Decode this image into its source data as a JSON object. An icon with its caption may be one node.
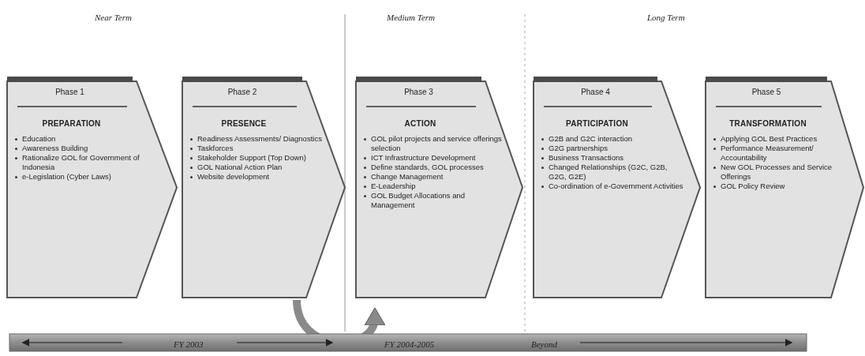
{
  "diagram": {
    "nodes": [
      {
        "text": [
          "Phase 1",
          "PREPARATION",
          "Education",
          "Awareness Building",
          "Rationalize GOL for Government of Indonesia",
          "e-Legislation (Cyber Laws)"
        ]
      },
      {
        "text": [
          "Phase 2",
          "PRESENCE",
          "Readiness Assessments/ Diagnostics",
          "Taskforces",
          "Stakeholder Support (Top Down)",
          "GOL National Action Plan",
          "Website development"
        ]
      },
      {
        "text": [
          "Phase 3",
          "ACTION",
          "GOL pilot projects and service offerings selection",
          "ICT Infrastructure Development",
          "Define standards, GOL processes",
          "Change Management",
          "E-Leadership",
          "GOL Budget Allocations and Management"
        ]
      },
      {
        "text": [
          "Phase 4",
          "PARTICIPATION",
          "G2B and G2C interaction",
          "G2G partnerships",
          "Business Transactions",
          "Changed Relationships (G2C, G2B, G2G, G2E)",
          "Co-ordination of e-Government Activities"
        ]
      },
      {
        "text": [
          "Phase 5",
          "TRANSFORMATION",
          "Applying GOL Best Practices",
          "Performance Measurement/ Accountability",
          "New GOL Processes and Service Offerings",
          "GOL Policy Review"
        ]
      }
    ],
    "edges": [
      {
        "from": 1,
        "to": 2,
        "arrow": "to"
      }
    ],
    "labels": [
      "Near Term",
      "Medium Term",
      "Long Term",
      "FY 2003",
      "FY 2004-2005",
      "Beyond"
    ]
  }
}
